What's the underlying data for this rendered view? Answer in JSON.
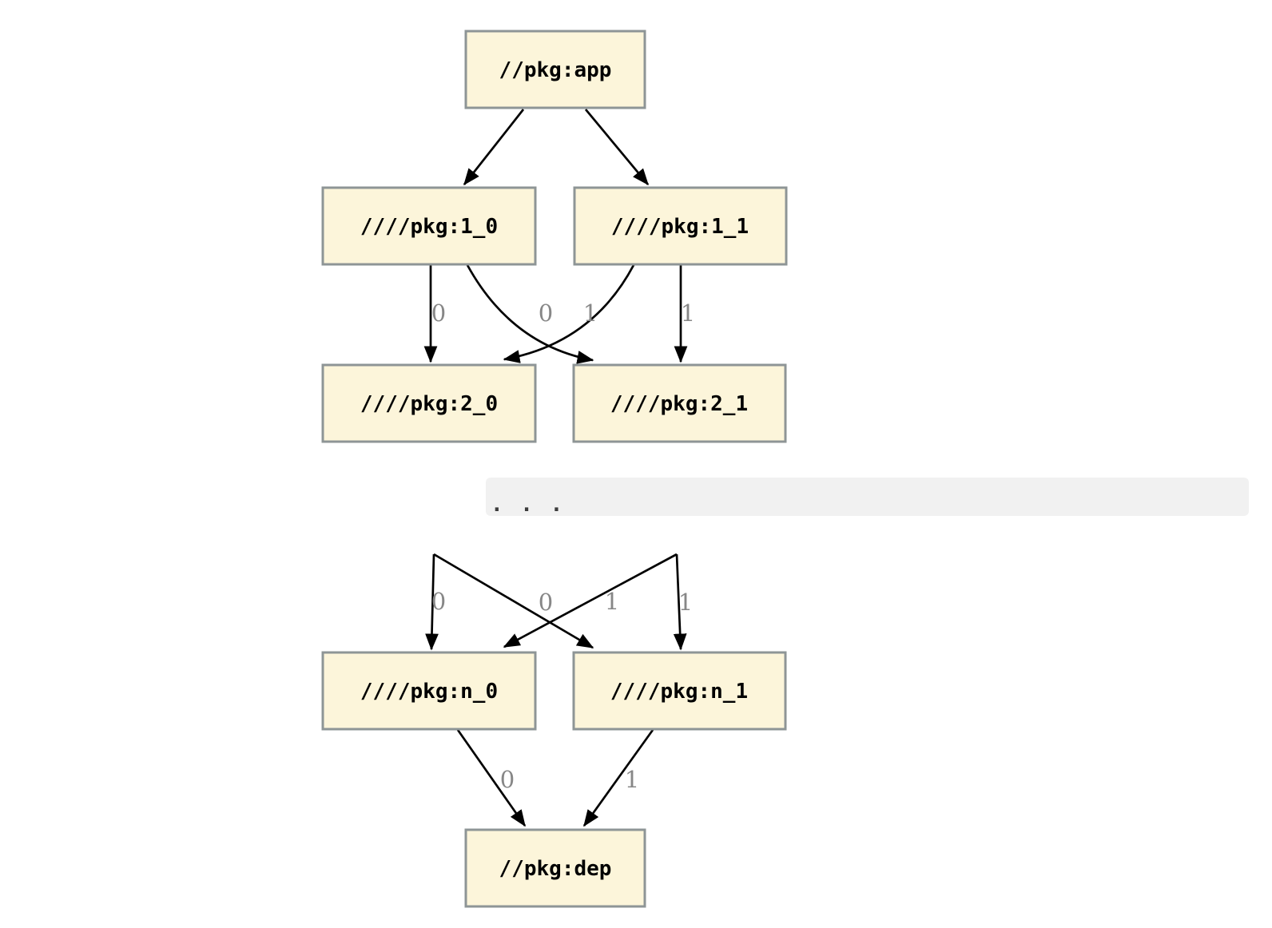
{
  "diagram": {
    "type": "dependency-graph",
    "nodes": [
      {
        "id": "app",
        "label": "//pkg:app"
      },
      {
        "id": "1_0",
        "label": "////pkg:1_0"
      },
      {
        "id": "1_1",
        "label": "////pkg:1_1"
      },
      {
        "id": "2_0",
        "label": "////pkg:2_0"
      },
      {
        "id": "2_1",
        "label": "////pkg:2_1"
      },
      {
        "id": "n_0",
        "label": "////pkg:n_0"
      },
      {
        "id": "n_1",
        "label": "////pkg:n_1"
      },
      {
        "id": "dep",
        "label": "//pkg:dep"
      }
    ],
    "edges": [
      {
        "from": "app",
        "to": "1_0",
        "label": ""
      },
      {
        "from": "app",
        "to": "1_1",
        "label": ""
      },
      {
        "from": "1_0",
        "to": "2_0",
        "label": "0"
      },
      {
        "from": "1_0",
        "to": "2_1",
        "label": "1"
      },
      {
        "from": "1_1",
        "to": "2_0",
        "label": "0"
      },
      {
        "from": "1_1",
        "to": "2_1",
        "label": "1"
      },
      {
        "from": "...",
        "to": "n_0",
        "label": "0"
      },
      {
        "from": "...",
        "to": "n_1",
        "label": "1"
      },
      {
        "from": "...",
        "to": "n_0",
        "label": "0"
      },
      {
        "from": "...",
        "to": "n_1",
        "label": "1"
      },
      {
        "from": "n_0",
        "to": "dep",
        "label": "0"
      },
      {
        "from": "n_1",
        "to": "dep",
        "label": "1"
      }
    ],
    "ellipsis": {
      "label": ". . ."
    }
  },
  "colors": {
    "node_fill": "#fcf5da",
    "node_border": "#8e9596",
    "node_text": "#000000",
    "edge": "#000000",
    "edge_label": "#878787",
    "ellipsis_bg": "#f1f1f1",
    "ellipsis_dots": "#3c3c3c"
  }
}
